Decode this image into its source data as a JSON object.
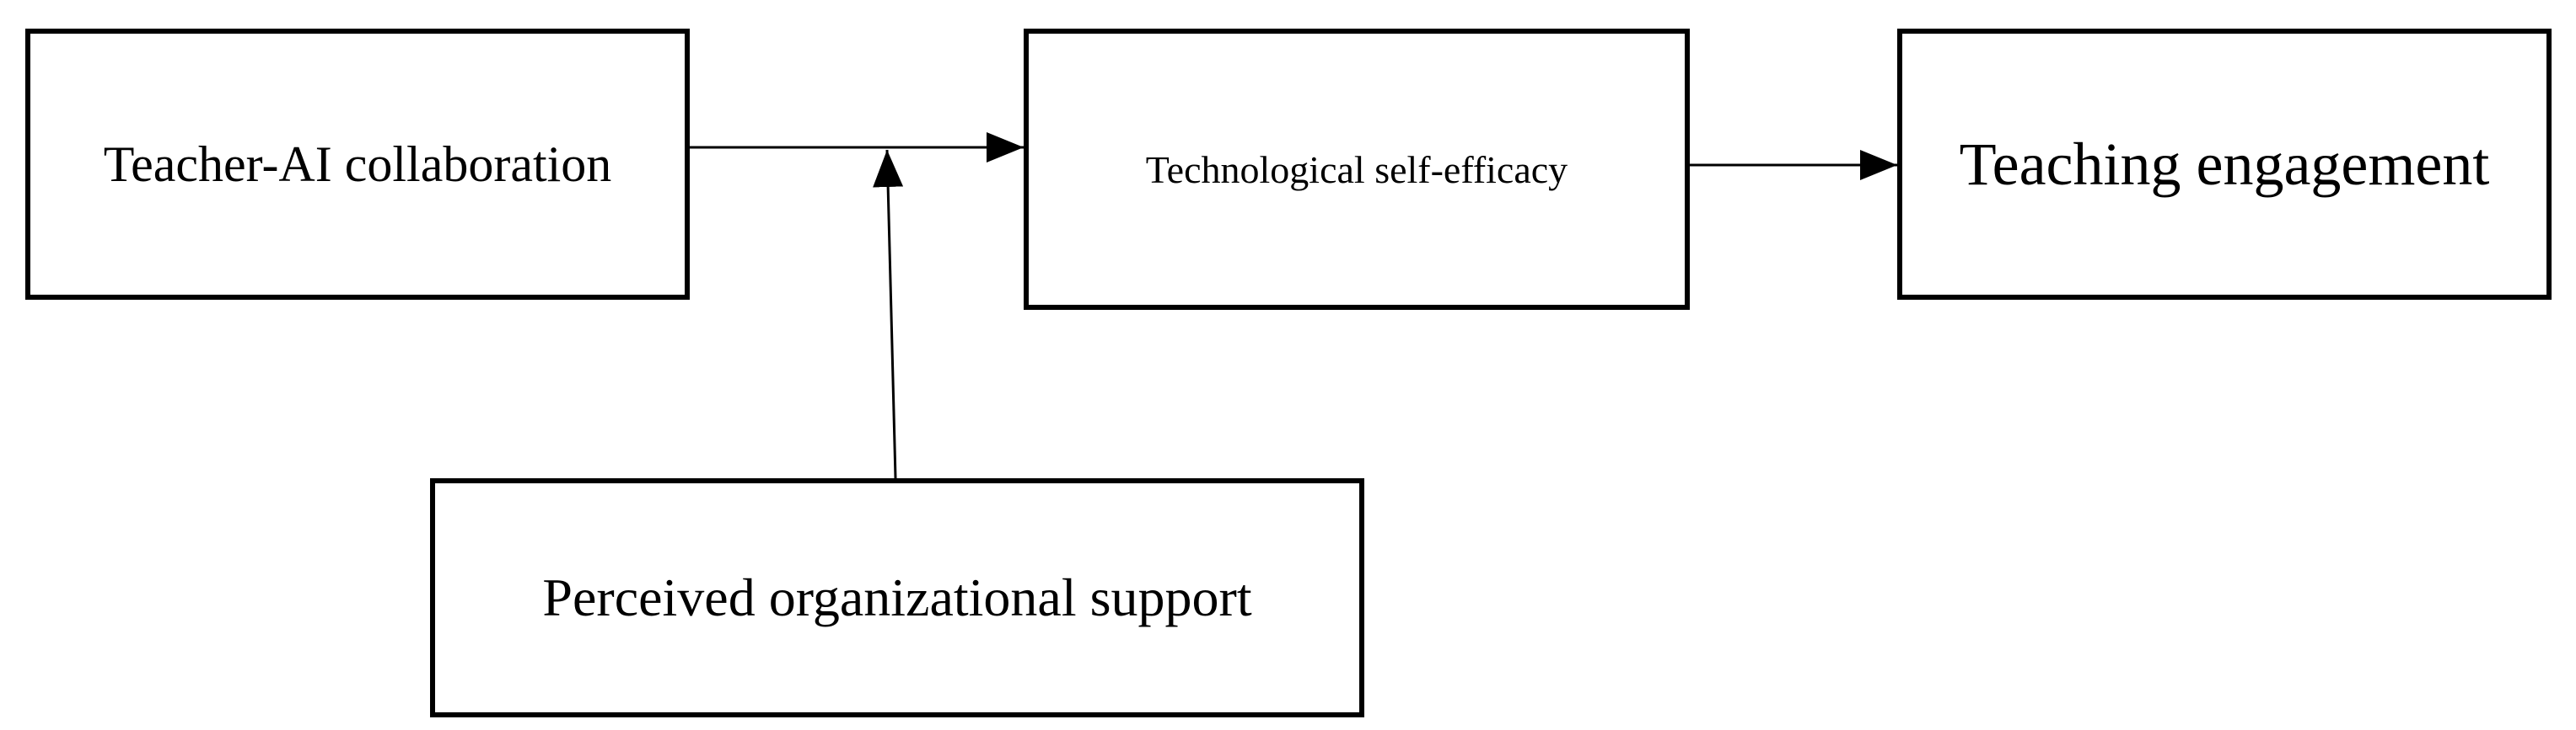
{
  "diagram": {
    "nodes": {
      "collaboration": {
        "label": "Teacher-AI collaboration"
      },
      "efficacy": {
        "label": "Technological self-efficacy"
      },
      "engagement": {
        "label": "Teaching engagement"
      },
      "support": {
        "label": "Perceived organizational support"
      }
    },
    "edges": [
      {
        "from": "Teacher-AI collaboration",
        "to": "Technological self-efficacy"
      },
      {
        "from": "Technological self-efficacy",
        "to": "Teaching engagement"
      },
      {
        "from": "Perceived organizational support",
        "to": "Teacher-AI collaboration → Technological self-efficacy"
      }
    ],
    "colors": {
      "stroke": "#000000",
      "background": "#ffffff"
    }
  }
}
